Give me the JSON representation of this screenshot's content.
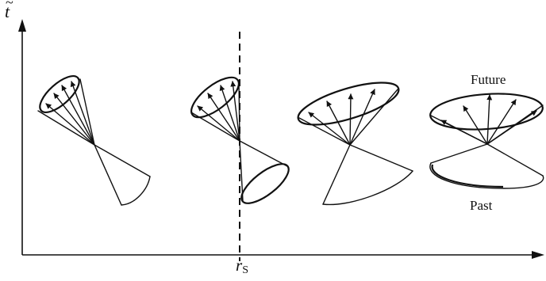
{
  "axis_labels": {
    "time_symbol": "t",
    "time_accent": "~",
    "radius_symbol": "r",
    "radius_subscript": "S"
  },
  "cone_labels": {
    "future": "Future",
    "past": "Past"
  }
}
